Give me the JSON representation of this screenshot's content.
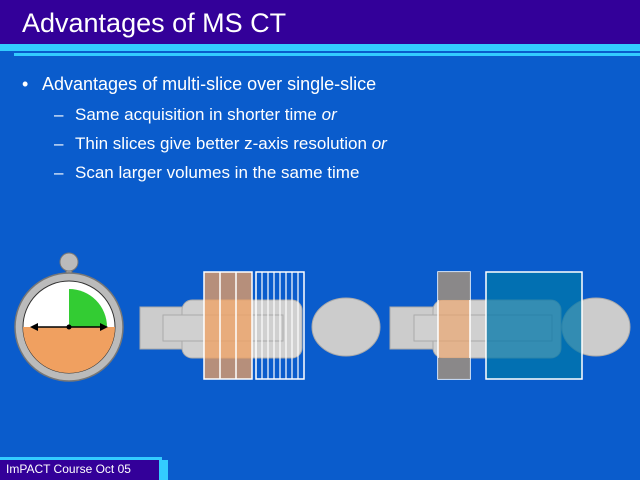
{
  "title": "Advantages of MS CT",
  "bullet": {
    "marker": "•",
    "text": "Advantages of multi-slice over single-slice"
  },
  "sub_items": [
    {
      "marker": "–",
      "text": "Same acquisition in shorter time ",
      "emph": "or"
    },
    {
      "marker": "–",
      "text": "Thin slices give better z-axis resolution ",
      "emph": "or"
    },
    {
      "marker": "–",
      "text": "Scan larger volumes in the same time",
      "emph": ""
    }
  ],
  "footer": "ImPACT Course Oct 05",
  "colors": {
    "background": "#0a5ccc",
    "title_bar": "#330099",
    "accent": "#33ccff",
    "orange": "#f0a060",
    "green": "#33cc33",
    "teal": "#0077aa"
  },
  "icons": [
    "stopwatch-icon",
    "patient-phantom-figure"
  ]
}
